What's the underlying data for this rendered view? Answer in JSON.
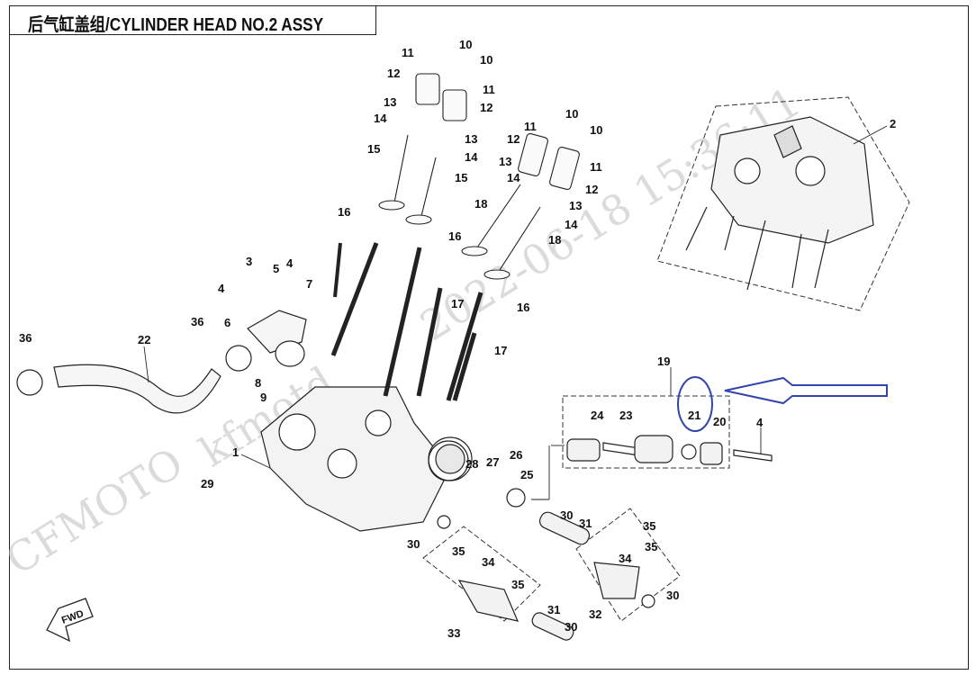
{
  "title": "后气缸盖组/CYLINDER HEAD NO.2 ASSY",
  "watermark": {
    "brand": "CFMOTO",
    "dealer": "kfmotd",
    "timestamp": "2022-06-18 15:36:11"
  },
  "fwd_label": "FWD",
  "callouts": [
    "1",
    "2",
    "3",
    "4",
    "5",
    "6",
    "7",
    "8",
    "9",
    "10",
    "11",
    "12",
    "13",
    "14",
    "15",
    "16",
    "17",
    "18",
    "19",
    "20",
    "21",
    "22",
    "23",
    "24",
    "25",
    "26",
    "27",
    "28",
    "29",
    "30",
    "31",
    "32",
    "33",
    "34",
    "35",
    "36"
  ],
  "highlight": {
    "part": "21",
    "color": "#3344aa"
  }
}
